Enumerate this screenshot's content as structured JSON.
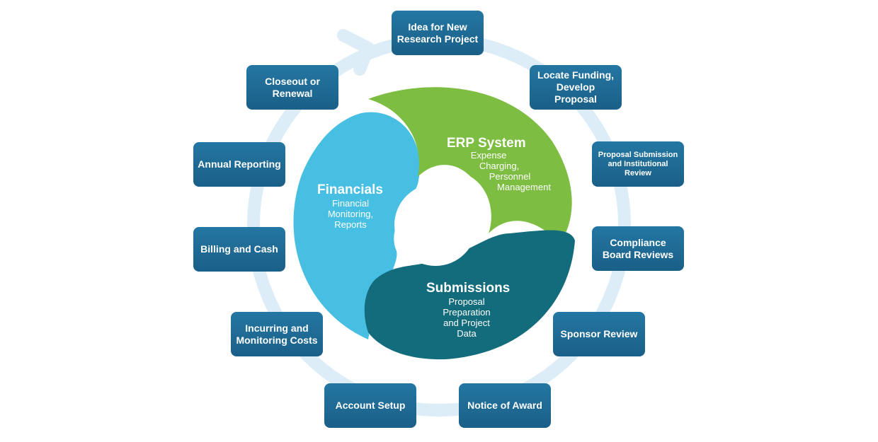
{
  "center": {
    "erp": {
      "title": "ERP System",
      "lines": [
        "Expense",
        "Charging,",
        "Personnel",
        "Management"
      ]
    },
    "financials": {
      "title": "Financials",
      "lines": [
        "Financial",
        "Monitoring,",
        "Reports"
      ]
    },
    "submissions": {
      "title": "Submissions",
      "lines": [
        "Proposal",
        "Preparation",
        "and Project",
        "Data"
      ]
    }
  },
  "stages": [
    "Idea for New Research Project",
    "Locate Funding, Develop Proposal",
    "Proposal Submission and Institutional Review",
    "Compliance Board Reviews",
    "Sponsor Review",
    "Notice of Award",
    "Account Setup",
    "Incurring and Monitoring Costs",
    "Billing and Cash",
    "Annual Reporting",
    "Closeout or Renewal"
  ],
  "colors": {
    "ring": "#dcedf7",
    "box": "#1f6a94",
    "erp": "#7dbd42",
    "financials": "#47bfe3",
    "submissions": "#136c7c"
  }
}
